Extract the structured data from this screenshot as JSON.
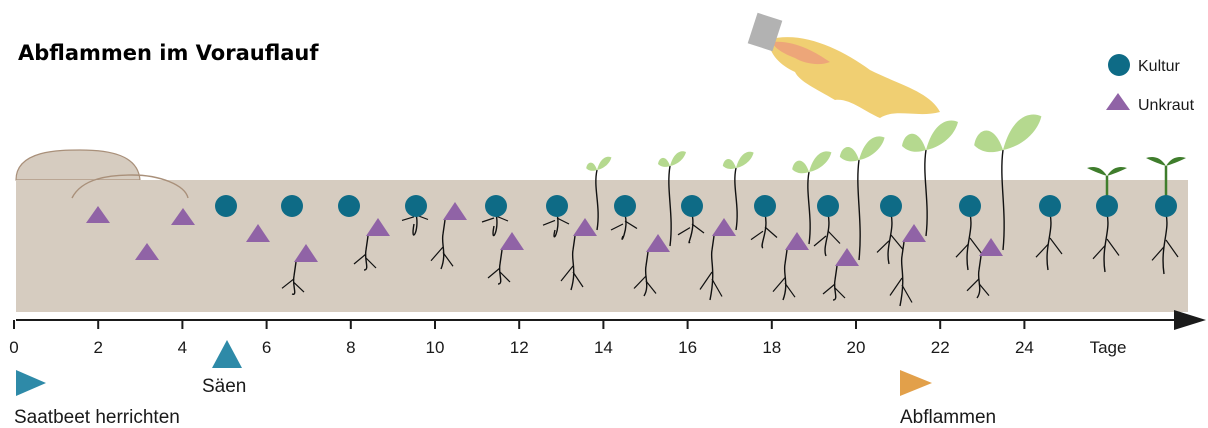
{
  "title": "Abflammen im Vorauflauf",
  "legend": {
    "crop": "Kultur",
    "weed": "Unkraut"
  },
  "axis": {
    "ticks": [
      "0",
      "2",
      "4",
      "6",
      "8",
      "10",
      "12",
      "14",
      "16",
      "18",
      "20",
      "22",
      "24"
    ],
    "unit": "Tage"
  },
  "events": [
    {
      "label": "Saatbeet herrichten",
      "day": 0,
      "icon": "blue-play-triangle-icon"
    },
    {
      "label": "Säen",
      "day": 5,
      "icon": "blue-up-triangle-icon"
    },
    {
      "label": "Abflammen",
      "day": 21,
      "icon": "orange-play-triangle-icon"
    }
  ],
  "colors": {
    "soil": "#d6ccc0",
    "crop": "#0e6b86",
    "weed": "#9063a6",
    "leaf": "#b5d98f",
    "seedling": "#3f7d2c",
    "flame": "#f0cf72",
    "sow_marker": "#2e8aa8",
    "flame_marker": "#e2a04a"
  }
}
